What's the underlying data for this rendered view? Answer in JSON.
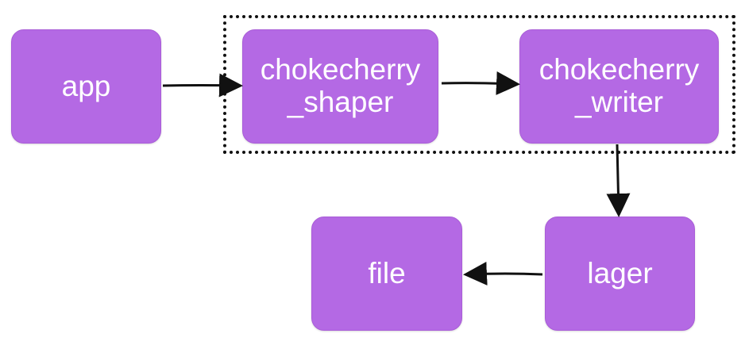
{
  "diagram": {
    "nodes": {
      "app": "app",
      "shaper": "chokecherry\n_shaper",
      "writer": "chokecherry\n_writer",
      "lager": "lager",
      "file": "file"
    }
  },
  "colors": {
    "node_fill": "#b469e4",
    "node_text": "#ffffff",
    "edge": "#111111"
  }
}
